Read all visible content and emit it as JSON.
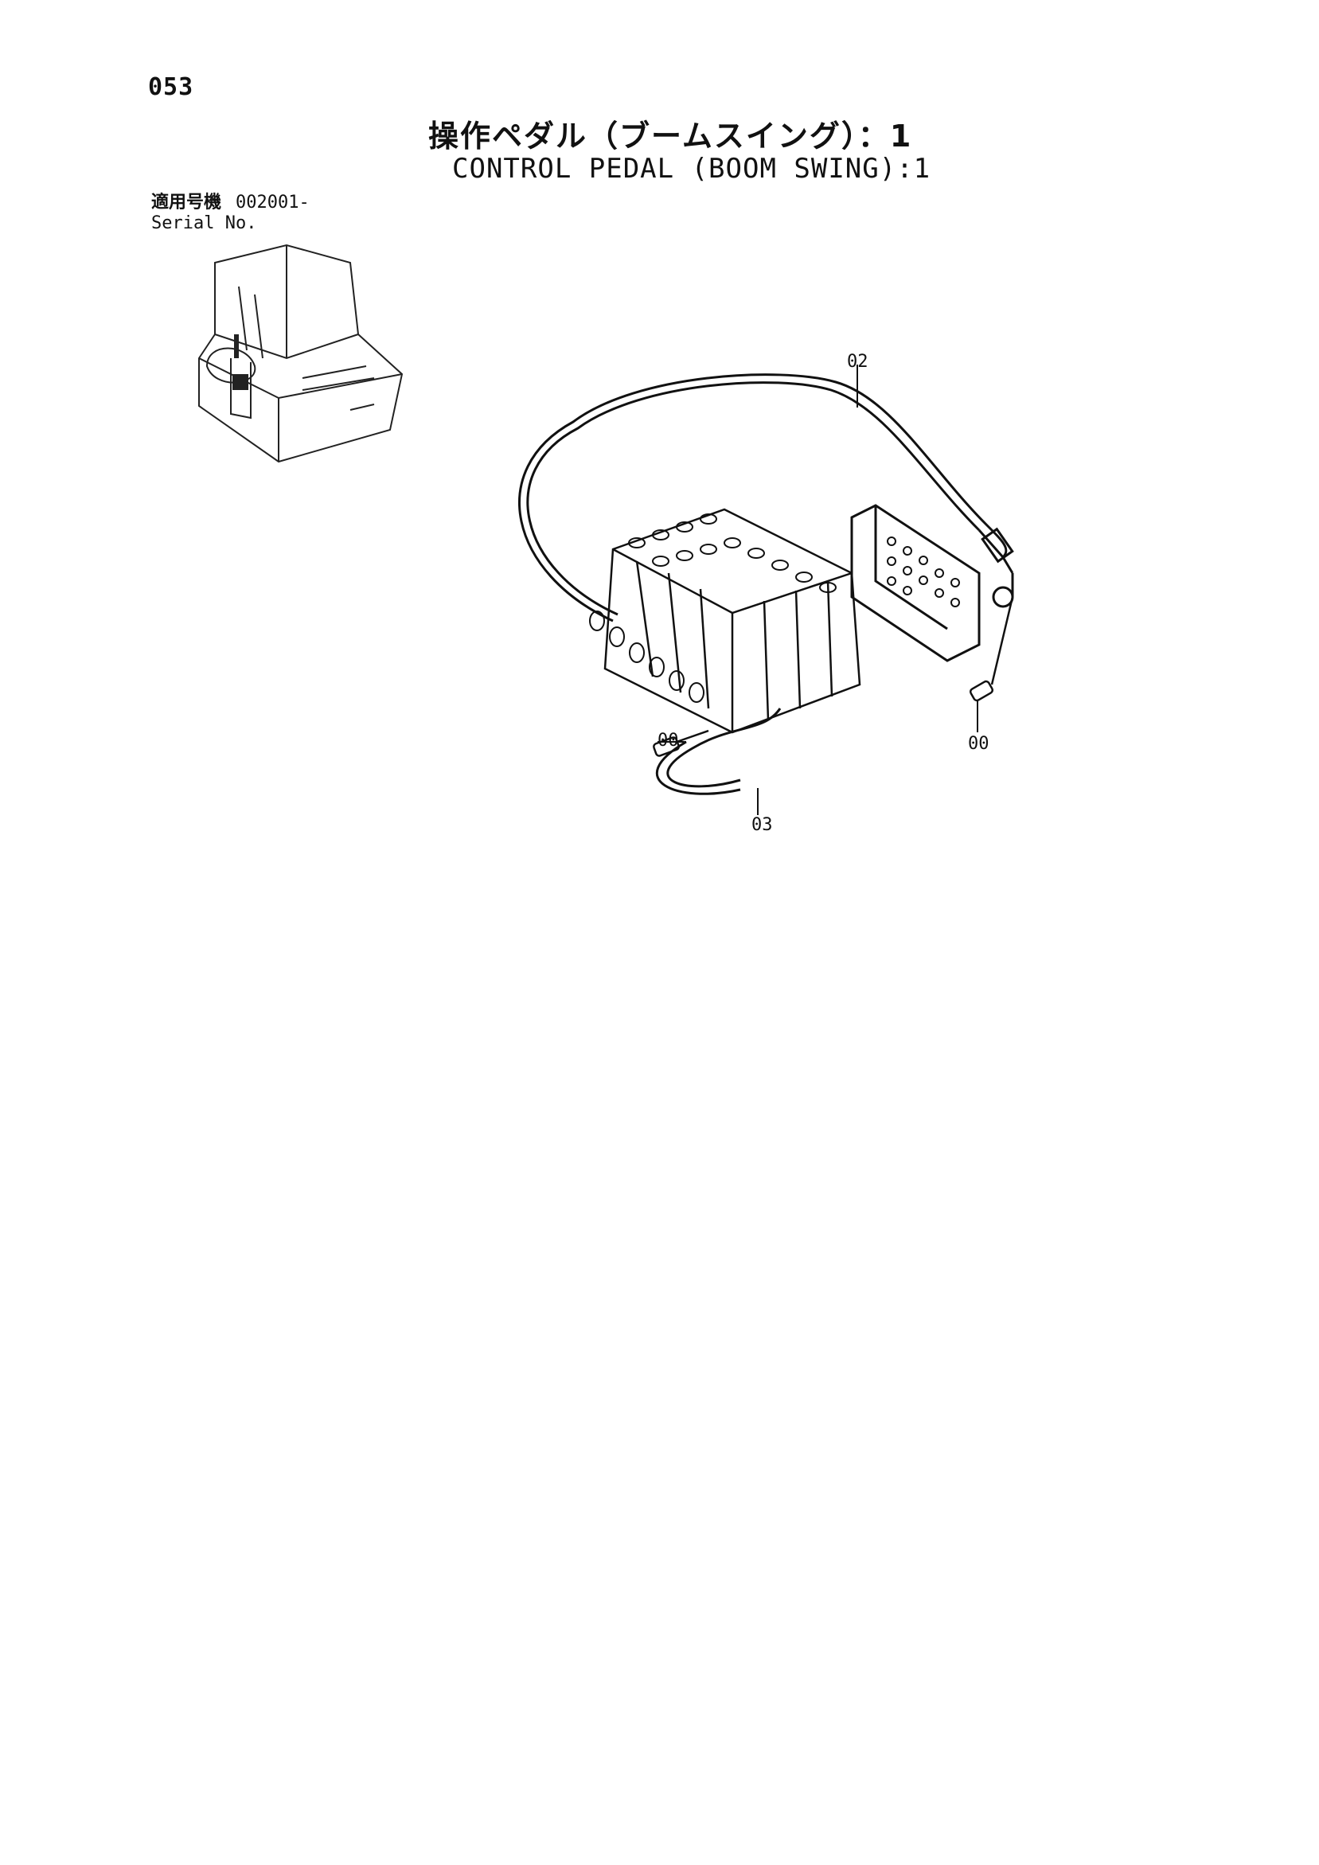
{
  "page": {
    "number": "053"
  },
  "title": {
    "japanese": "操作ペダル（ブームスイング）：1",
    "english": "CONTROL PEDAL (BOOM SWING):1"
  },
  "serial": {
    "label_jp": "適用号機",
    "value": "002001-",
    "label_en": "Serial No."
  },
  "callouts": {
    "hose_upper": "02",
    "fitting_left": "00",
    "fitting_right": "00",
    "hose_lower": "03"
  }
}
